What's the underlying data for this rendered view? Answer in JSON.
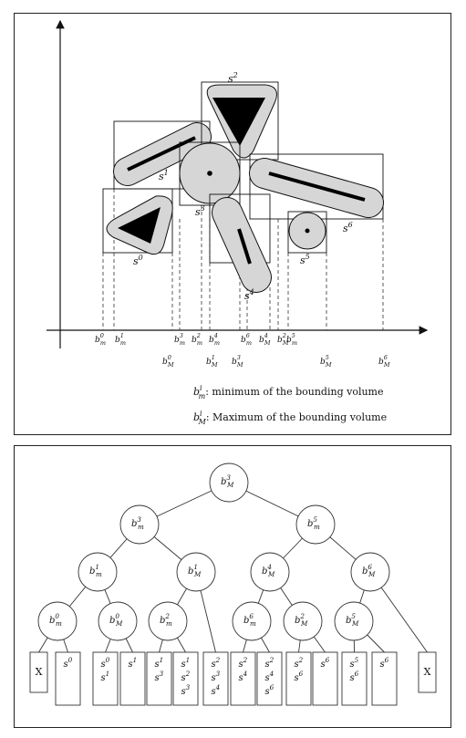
{
  "top": {
    "shape_labels": {
      "s0": {
        "base": "s",
        "sup": "0"
      },
      "s1": {
        "base": "s",
        "sup": "1"
      },
      "s2": {
        "base": "s",
        "sup": "2"
      },
      "s3": {
        "base": "s",
        "sup": "3"
      },
      "s4": {
        "base": "s",
        "sup": "4"
      },
      "s5": {
        "base": "s",
        "sup": "5"
      },
      "s6": {
        "base": "s",
        "sup": "6"
      }
    },
    "axis_labels_row1": [
      {
        "base": "b",
        "sup": "0",
        "sub": "m"
      },
      {
        "base": "b",
        "sup": "1",
        "sub": "m"
      },
      {
        "base": "b",
        "sup": "3",
        "sub": "m"
      },
      {
        "base": "b",
        "sup": "2",
        "sub": "m"
      },
      {
        "base": "b",
        "sup": "4",
        "sub": "m"
      },
      {
        "base": "b",
        "sup": "6",
        "sub": "m"
      },
      {
        "base": "b",
        "sup": "4",
        "sub": "M"
      },
      {
        "base": "b",
        "sup": "2",
        "sub": "M"
      },
      {
        "base": "b",
        "sup": "5",
        "sub": "m"
      }
    ],
    "axis_labels_row2": [
      {
        "base": "b",
        "sup": "0",
        "sub": "M"
      },
      {
        "base": "b",
        "sup": "1",
        "sub": "M"
      },
      {
        "base": "b",
        "sup": "3",
        "sub": "M"
      },
      {
        "base": "b",
        "sup": "5",
        "sub": "M"
      },
      {
        "base": "b",
        "sup": "6",
        "sub": "M"
      }
    ],
    "legend": [
      {
        "base": "b",
        "sup": "i",
        "sub": "m",
        "text": ": minimum of the bounding volume"
      },
      {
        "base": "b",
        "sup": "i",
        "sub": "M",
        "text": ": Maximum of the bounding volume"
      }
    ]
  },
  "tree": {
    "nodes": [
      {
        "id": "root",
        "base": "b",
        "sup": "3",
        "sub": "M"
      },
      {
        "id": "l1a",
        "base": "b",
        "sup": "3",
        "sub": "m"
      },
      {
        "id": "l1b",
        "base": "b",
        "sup": "5",
        "sub": "m"
      },
      {
        "id": "l2a",
        "base": "b",
        "sup": "1",
        "sub": "m"
      },
      {
        "id": "l2b",
        "base": "b",
        "sup": "1",
        "sub": "M"
      },
      {
        "id": "l2c",
        "base": "b",
        "sup": "4",
        "sub": "M"
      },
      {
        "id": "l2d",
        "base": "b",
        "sup": "6",
        "sub": "M"
      },
      {
        "id": "l3a",
        "base": "b",
        "sup": "0",
        "sub": "m"
      },
      {
        "id": "l3b",
        "base": "b",
        "sup": "0",
        "sub": "M"
      },
      {
        "id": "l3c",
        "base": "b",
        "sup": "2",
        "sub": "m"
      },
      {
        "id": "l3d",
        "base": "b",
        "sup": "6",
        "sub": "m"
      },
      {
        "id": "l3e",
        "base": "b",
        "sup": "2",
        "sub": "M"
      },
      {
        "id": "l3f",
        "base": "b",
        "sup": "5",
        "sub": "M"
      }
    ],
    "leaves": [
      {
        "id": "leaf1",
        "items": [
          "X"
        ]
      },
      {
        "id": "leaf2",
        "items": [
          "s^0"
        ]
      },
      {
        "id": "leaf3",
        "items": [
          "s^0",
          "s^1"
        ]
      },
      {
        "id": "leaf4",
        "items": [
          "s^1"
        ]
      },
      {
        "id": "leaf5",
        "items": [
          "s^1",
          "s^3"
        ]
      },
      {
        "id": "leaf6",
        "items": [
          "s^1",
          "s^2",
          "s^3"
        ]
      },
      {
        "id": "leaf7",
        "items": [
          "s^2",
          "s^3",
          "s^4"
        ]
      },
      {
        "id": "leaf8",
        "items": [
          "s^2",
          "s^4"
        ]
      },
      {
        "id": "leaf9",
        "items": [
          "s^2",
          "s^4",
          "s^6"
        ]
      },
      {
        "id": "leaf10",
        "items": [
          "s^2",
          "s^6"
        ]
      },
      {
        "id": "leaf11",
        "items": [
          "s^6"
        ]
      },
      {
        "id": "leaf12",
        "items": [
          "s^5",
          "s^6"
        ]
      },
      {
        "id": "leaf13",
        "items": [
          "s^6"
        ]
      },
      {
        "id": "leaf14",
        "items": [
          "X"
        ]
      }
    ]
  }
}
